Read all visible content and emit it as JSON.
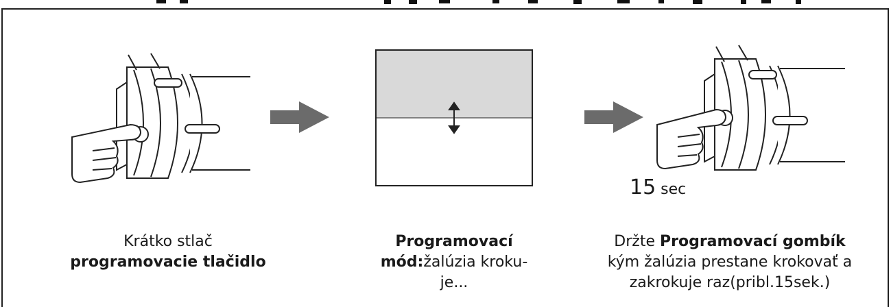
{
  "steps": [
    {
      "caption_line1": "Krátko stlač",
      "caption_bold": "programovacie tlačidlo"
    },
    {
      "caption_bold_1": "Programovací",
      "caption_bold_2": "mód:",
      "caption_rest_2": "žalúzia kroku-",
      "caption_line3": "je..."
    },
    {
      "caption_pre": "Držte ",
      "caption_bold": "Programovací gombík",
      "caption_line2": "kým žalúzia prestane krokovať a",
      "caption_line3": "zakrokuje raz(pribl.15sek.)"
    }
  ],
  "timer": {
    "value": "15",
    "unit": " sec"
  },
  "colors": {
    "arrow": "#6b6b6b",
    "shade": "#d9d9d9",
    "line": "#222222"
  },
  "icons": [
    "motor-head-icon",
    "hand-press-icon",
    "arrow-right-icon",
    "up-down-arrow-icon"
  ]
}
